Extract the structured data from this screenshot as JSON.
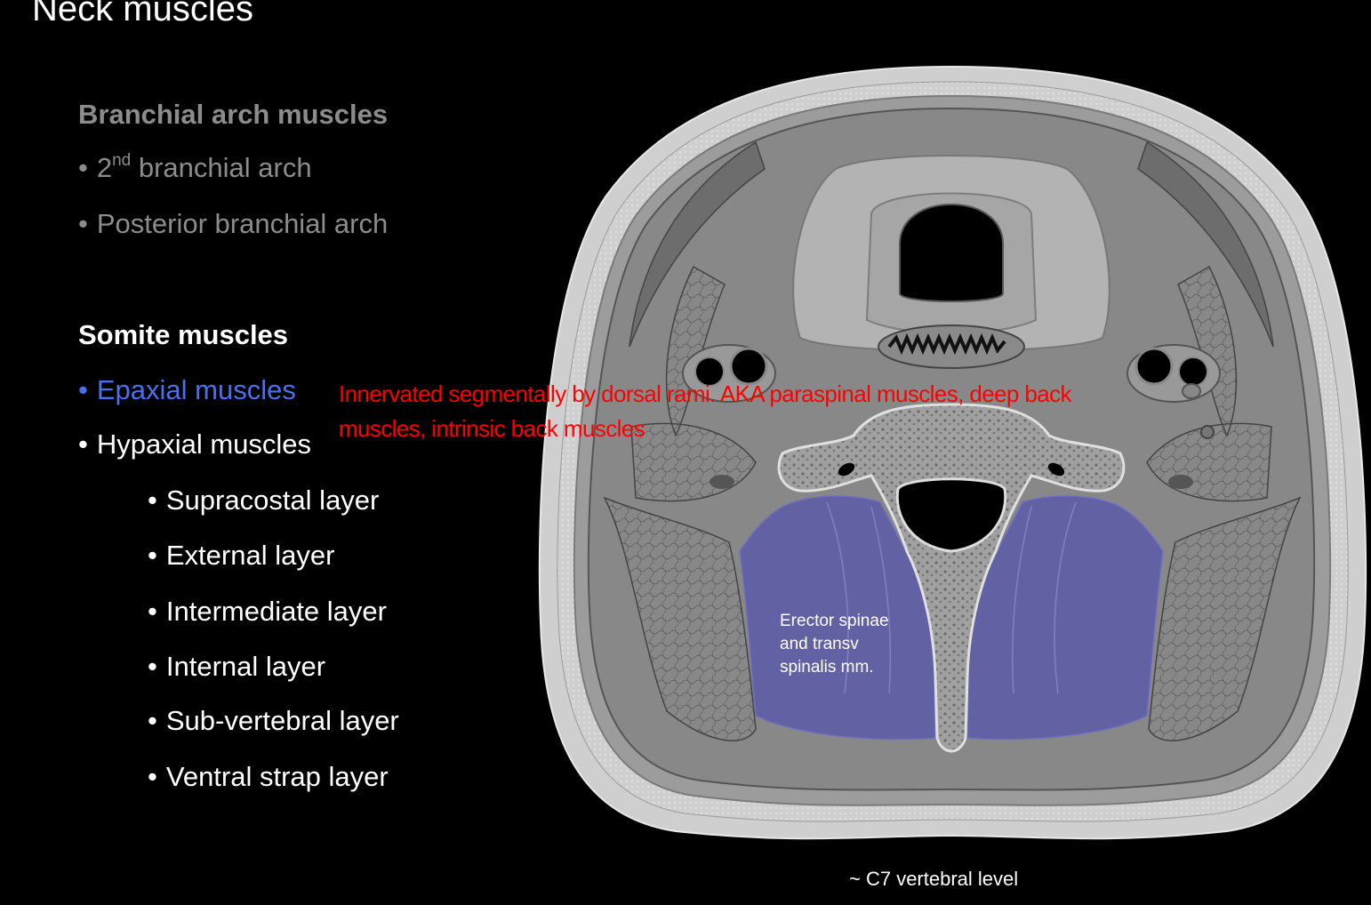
{
  "title": "Neck muscles",
  "branchial": {
    "heading": "Branchial arch muscles",
    "item1_prefix": "2",
    "item1_sup": "nd",
    "item1_rest": " branchial arch",
    "item2": "Posterior branchial arch"
  },
  "somite": {
    "heading": "Somite muscles",
    "epaxial": "Epaxial muscles",
    "hypaxial": "Hypaxial muscles",
    "layers": [
      "Supracostal layer",
      "External layer",
      "Intermediate layer",
      "Internal layer",
      "Sub-vertebral layer",
      "Ventral strap layer"
    ]
  },
  "annotation": "Innervated segmentally by dorsal rami. AKA paraspinal muscles, deep back muscles, intrinsic back muscles",
  "diagram": {
    "label_line1": "Erector spinae",
    "label_line2": "and transv",
    "label_line3": "spinalis mm.",
    "caption": "~ C7 vertebral level",
    "colors": {
      "skin": "#bdbdbd",
      "fat": "#a8a8a8",
      "muscle": "#6e6e6e",
      "bone": "#c9c9c9",
      "highlight": "#5a5aa8"
    }
  },
  "bullet_glyph": "•"
}
